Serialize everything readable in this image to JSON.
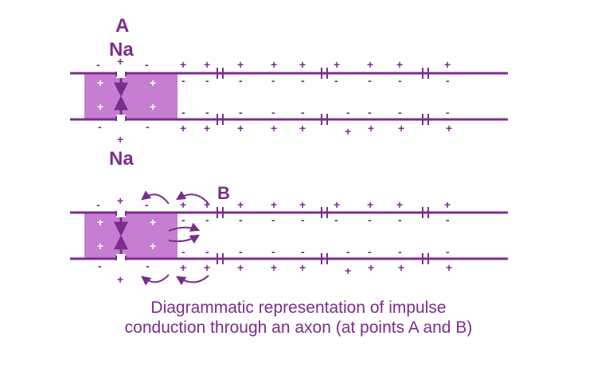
{
  "labels": {
    "point_a": "A",
    "point_b": "B",
    "sodium_top": "Na",
    "sodium_bottom": "Na"
  },
  "caption": {
    "line1": "Diagrammatic representation of impulse",
    "line2": "conduction through an axon (at points A and B)"
  },
  "signs": {
    "plus": "+",
    "minus": "-"
  },
  "colors": {
    "membrane": "#7b2d8b",
    "depolarized_region": "#c77dd1",
    "text": "#7b2d8b"
  }
}
